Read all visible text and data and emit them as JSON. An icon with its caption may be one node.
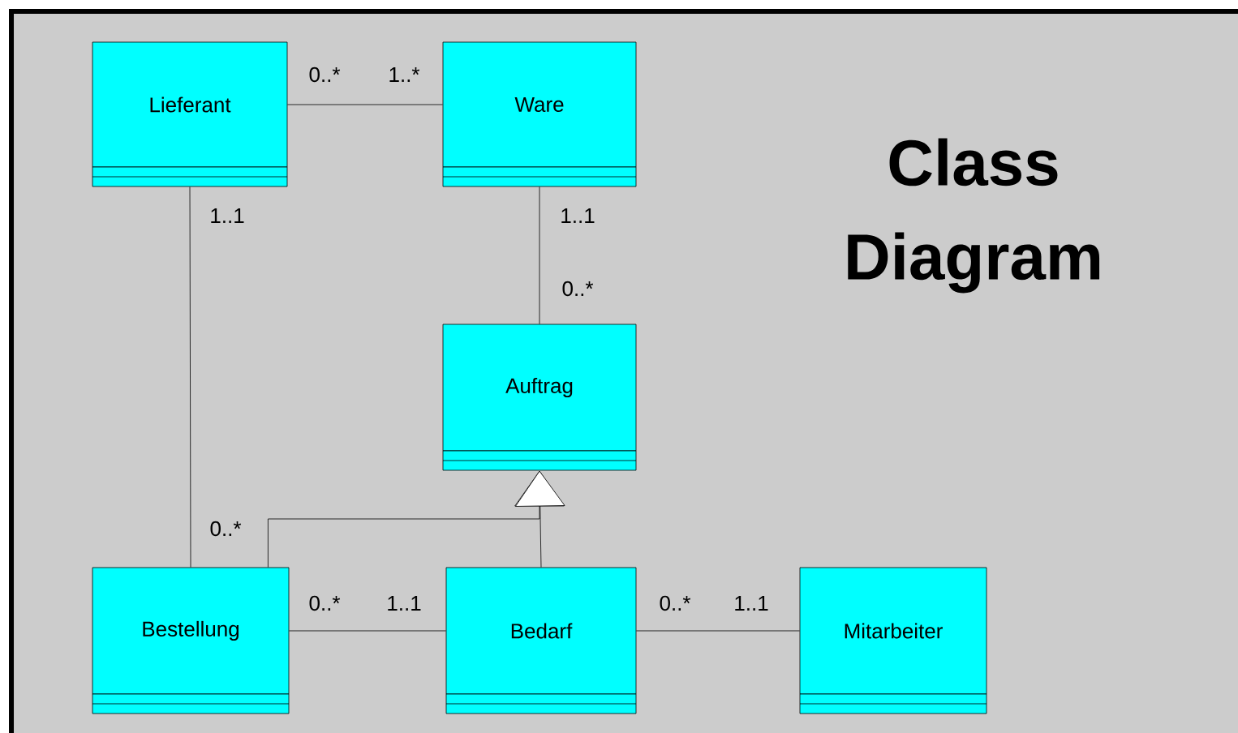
{
  "diagram": {
    "title": "Class Diagram",
    "nodes": [
      {
        "text": [
          "Lieferant"
        ]
      },
      {
        "text": [
          "Ware"
        ]
      },
      {
        "text": [
          "Auftrag"
        ]
      },
      {
        "text": [
          "Bestellung"
        ]
      },
      {
        "text": [
          "Bedarf"
        ]
      },
      {
        "text": [
          "Mitarbeiter"
        ]
      }
    ],
    "edges": [
      {
        "from": 0,
        "to": 1,
        "arrow": "none"
      },
      {
        "from": 0,
        "to": 3,
        "arrow": "none"
      },
      {
        "from": 1,
        "to": 2,
        "arrow": "none"
      },
      {
        "from": 3,
        "to": 2,
        "arrow": "to"
      },
      {
        "from": 4,
        "to": 2,
        "arrow": "to"
      },
      {
        "from": 3,
        "to": 4,
        "arrow": "none"
      },
      {
        "from": 4,
        "to": 5,
        "arrow": "none"
      }
    ],
    "labels": [
      "0..*",
      "1..*",
      "1..1",
      "1..1",
      "0..*",
      "0..*",
      "0..*",
      "1..1",
      "0..*",
      "1..1"
    ]
  }
}
